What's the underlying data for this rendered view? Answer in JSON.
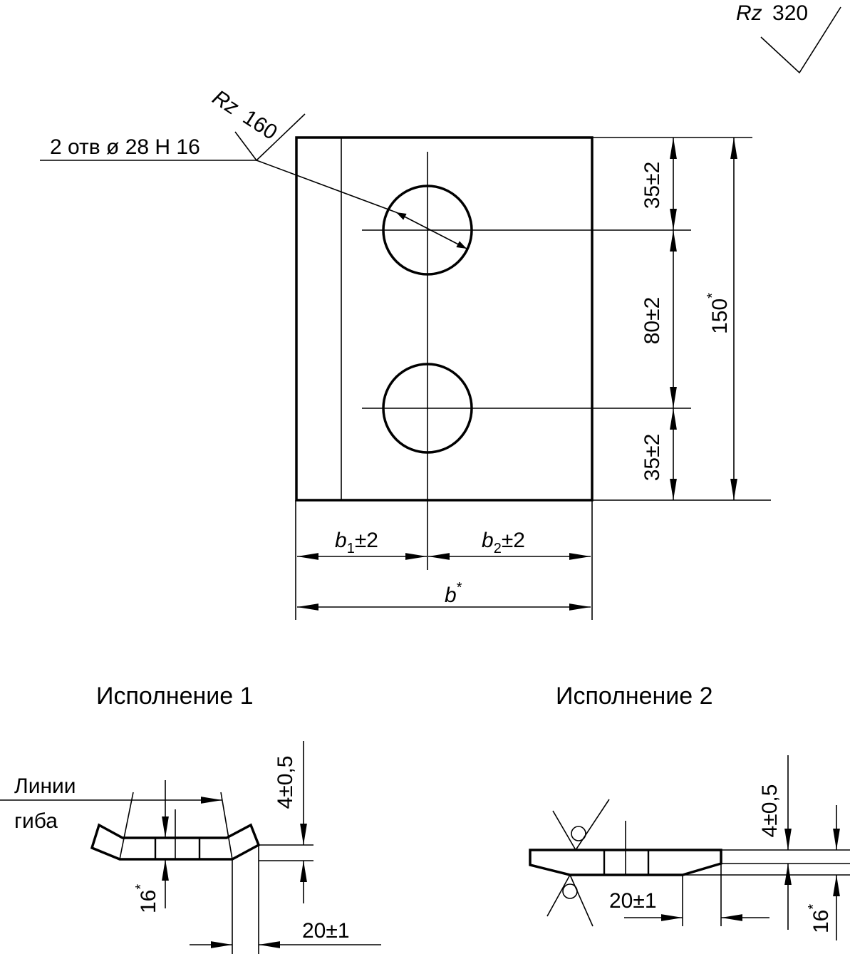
{
  "roughness": {
    "general": {
      "prefix": "Rz",
      "value": "320"
    },
    "holes": {
      "prefix": "Rz",
      "value": "160"
    }
  },
  "callout": {
    "holes_label": "2 отв ø 28 H 16"
  },
  "dimensions": {
    "top_offset": "35±2",
    "hole_spacing": "80±2",
    "bottom_offset": "35±2",
    "height": "150",
    "star": "*",
    "b1": {
      "var": "b",
      "sub": "1",
      "tol": "±2"
    },
    "b2": {
      "var": "b",
      "sub": "2",
      "tol": "±2"
    },
    "b_total": {
      "var": "b",
      "star": "*"
    }
  },
  "variant1": {
    "title": "Исполнение 1",
    "bend_label_line1": "Линии",
    "bend_label_line2": "гиба",
    "depth": "4±0,5",
    "thickness": "16",
    "flange": "20±1"
  },
  "variant2": {
    "title": "Исполнение 2",
    "depth": "4±0,5",
    "thickness": "16",
    "flange": "20±1"
  }
}
